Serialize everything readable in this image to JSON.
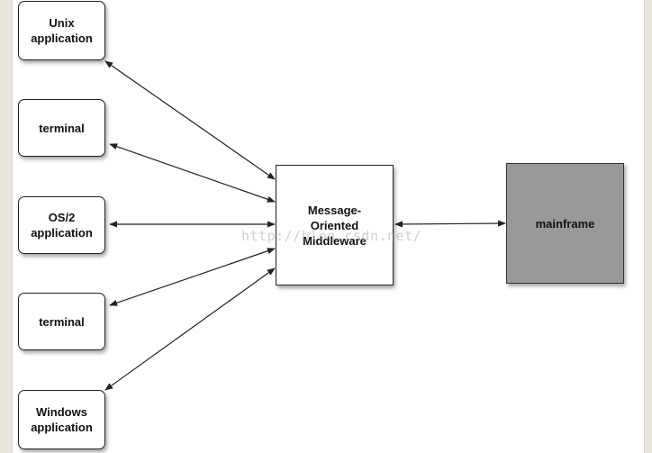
{
  "diagram": {
    "nodes": [
      {
        "id": "unix",
        "label": "Unix\napplication"
      },
      {
        "id": "terminal1",
        "label": "terminal"
      },
      {
        "id": "os2",
        "label": "OS/2\napplication"
      },
      {
        "id": "terminal2",
        "label": "terminal"
      },
      {
        "id": "windows",
        "label": "Windows\napplication"
      },
      {
        "id": "mom",
        "label": "Message-\nOriented\nMiddleware"
      },
      {
        "id": "mainframe",
        "label": "mainframe"
      }
    ],
    "edges": [
      {
        "from": "unix",
        "to": "mom",
        "direction": "both"
      },
      {
        "from": "terminal1",
        "to": "mom",
        "direction": "both"
      },
      {
        "from": "os2",
        "to": "mom",
        "direction": "both"
      },
      {
        "from": "terminal2",
        "to": "mom",
        "direction": "both"
      },
      {
        "from": "windows",
        "to": "mom",
        "direction": "both"
      },
      {
        "from": "mom",
        "to": "mainframe",
        "direction": "both"
      }
    ],
    "colors": {
      "box_fill": "#ffffff",
      "mainframe_fill": "#999999",
      "stroke": "#222222"
    }
  },
  "watermark": "http://blog.csdn.net/"
}
